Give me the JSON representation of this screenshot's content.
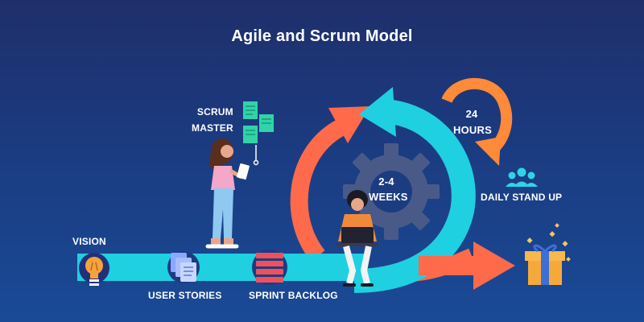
{
  "title": "Agile and Scrum Model",
  "labels": {
    "vision": "VISION",
    "user_stories": "USER STORIES",
    "sprint_backlog": "SPRINT BACKLOG",
    "scrum_master_line1": "SCRUM",
    "scrum_master_line2": "MASTER",
    "sprint_length_line1": "2-4",
    "sprint_length_line2": "WEEKS",
    "daily_cycle_line1": "24",
    "daily_cycle_line2": "HOURS",
    "daily_standup": "DAILY STAND UP"
  },
  "colors": {
    "flow_cyan": "#1fd0e0",
    "cycle_orange": "#ff6a4a",
    "gear": "#4a5a88",
    "bulb": "#f4a43a",
    "gift": "#f6a93b",
    "gift_ribbon": "#3d6fd6",
    "docs": "#8aa8ff",
    "backlog": "#f0505a",
    "notes": "#2fd4a8",
    "team_icon": "#2fd4e6"
  },
  "icons": [
    "lightbulb-icon",
    "documents-icon",
    "backlog-list-icon",
    "sticky-notes-icon",
    "gear-icon",
    "team-icon",
    "gift-box-icon"
  ]
}
